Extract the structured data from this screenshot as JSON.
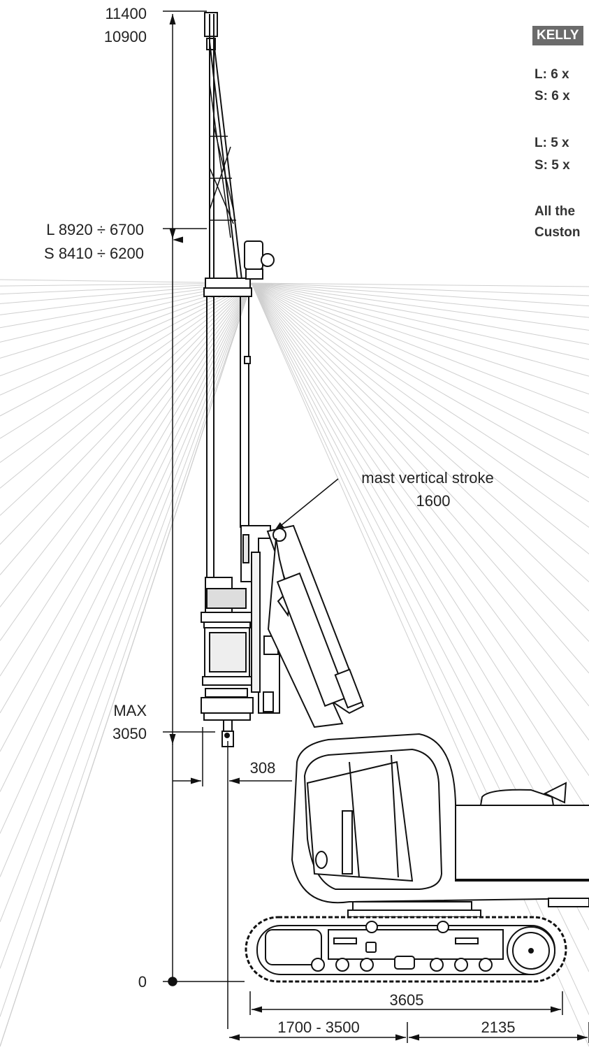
{
  "kelly": {
    "title": "KELLY",
    "lines": [
      "L:  6 x",
      "S:  6 x",
      "L:  5 x",
      "S:  5 x",
      "All the",
      "Custon"
    ]
  },
  "dimensions": {
    "mast_top_1": "11400",
    "mast_top_2": "10900",
    "kelly_L": "L  8920  ÷  6700",
    "kelly_S": "S  8410  ÷  6200",
    "max_label": "MAX",
    "max_value": "3050",
    "offset": "308",
    "ground": "0",
    "track_length": "3605",
    "reach": "1700  -  3500",
    "rear": "2135"
  },
  "annotation": {
    "line1": "mast vertical stroke",
    "line2": "1600"
  },
  "colors": {
    "line": "#111111",
    "guide": "#c8c8c8",
    "badge": "#6b6b6b"
  }
}
